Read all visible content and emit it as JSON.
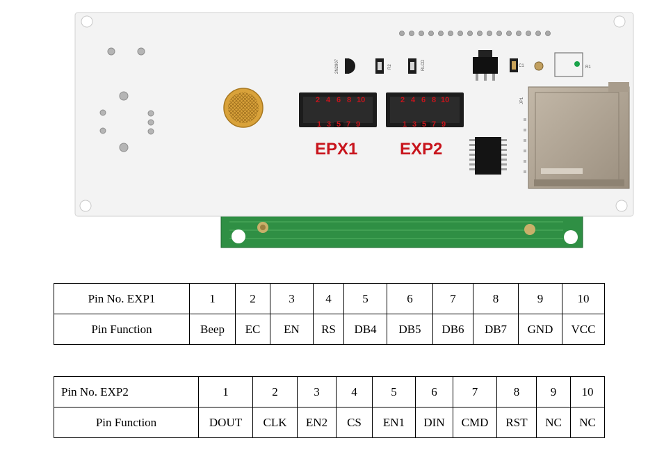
{
  "board": {
    "connector_left_label": "EPX1",
    "connector_right_label": "EXP2",
    "pin_numbers_top": [
      "2",
      "4",
      "6",
      "8",
      "10"
    ],
    "pin_numbers_bottom": [
      "1",
      "3",
      "5",
      "7",
      "9"
    ],
    "silk_transistor": "2N2907",
    "silk_r2": "R2",
    "silk_rlcd": "RLCD",
    "silk_c1": "C1",
    "silk_r1": "R1",
    "silk_jp1": "JP1",
    "colors": {
      "board": "#f3f3f3",
      "header": "#1c1c1c",
      "label_red": "#c8141c",
      "pcb_green": "#2f8f44",
      "sd_metal": "#b0a493",
      "buzzer": "#d9a23a"
    }
  },
  "exp1_table": {
    "row1_label": "Pin No. EXP1",
    "row2_label": "Pin Function",
    "pins": [
      "1",
      "2",
      "3",
      "4",
      "5",
      "6",
      "7",
      "8",
      "9",
      "10"
    ],
    "functions": [
      "Beep",
      "EC",
      "EN",
      "RS",
      "DB4",
      "DB5",
      "DB6",
      "DB7",
      "GND",
      "VCC"
    ]
  },
  "exp2_table": {
    "row1_label": "Pin No. EXP2",
    "row2_label": "Pin Function",
    "pins": [
      "1",
      "2",
      "3",
      "4",
      "5",
      "6",
      "7",
      "8",
      "9",
      "10"
    ],
    "functions": [
      "DOUT",
      "CLK",
      "EN2",
      "CS",
      "EN1",
      "DIN",
      "CMD",
      "RST",
      "NC",
      "NC"
    ]
  }
}
